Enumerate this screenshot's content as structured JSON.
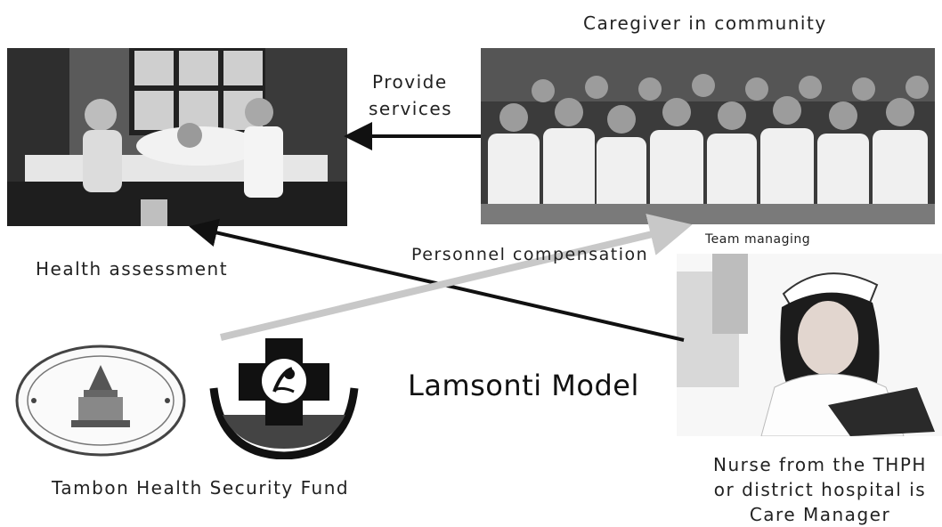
{
  "title": "Lamsonti Model",
  "labels": {
    "caregiver": "Caregiver in community",
    "provide_services_1": "Provide",
    "provide_services_2": "services",
    "health_assessment": "Health assessment",
    "personnel_compensation": "Personnel compensation",
    "team_managing": "Team managing",
    "fund": "Tambon Health Security Fund",
    "nurse_line1": "Nurse from the THPH",
    "nurse_line2": "or district hospital is",
    "nurse_line3": "Care Manager"
  },
  "colors": {
    "dark_arrow": "#111111",
    "light_arrow": "#c8c8c8"
  }
}
